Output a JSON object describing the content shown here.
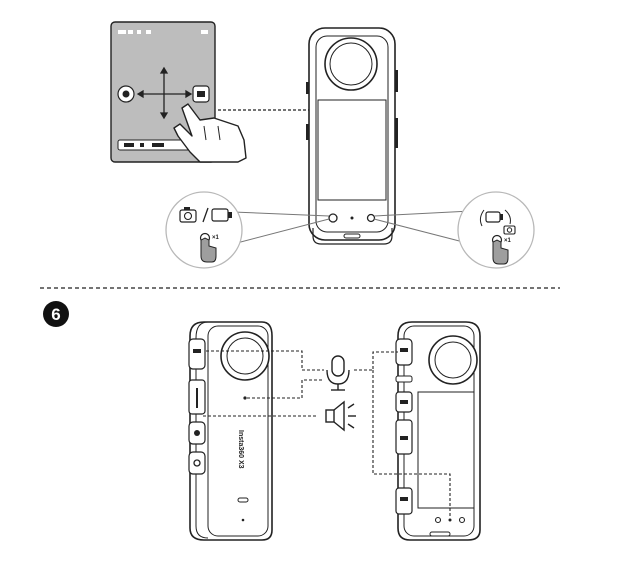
{
  "step_number": "6",
  "camera_brand_text": "Insta360 X3",
  "tap_count_left": "×1",
  "tap_count_right": "×1",
  "colors": {
    "line": "#1a1a1a",
    "screen_gray": "#bdbdbd",
    "hand_gray": "#9e9e9e",
    "circle_stroke": "#b8b8b8"
  },
  "icons": [
    "photo-mode-icon",
    "video-mode-icon",
    "microphone-icon",
    "speaker-icon",
    "pointing-hand-icon",
    "swipe-arrows-icon"
  ]
}
